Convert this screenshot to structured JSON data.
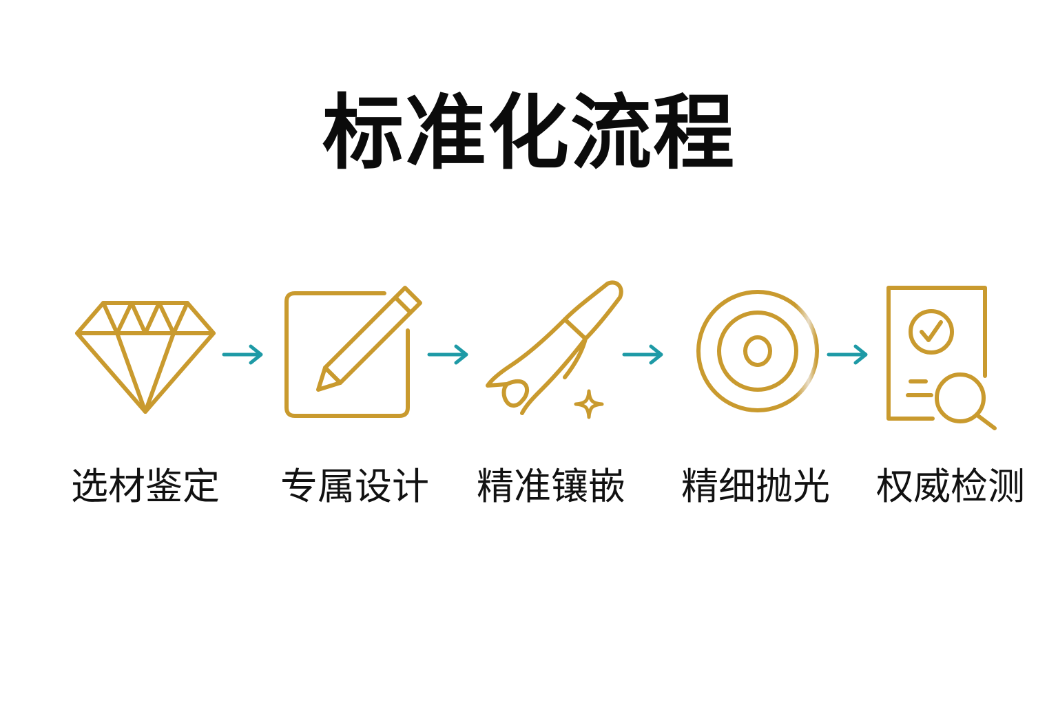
{
  "title": "标准化流程",
  "colors": {
    "icon": "#C99A2E",
    "arrow": "#1E9AA6",
    "text": "#111111"
  },
  "steps": [
    {
      "label": "选材鉴定",
      "icon": "diamond-icon"
    },
    {
      "label": "专属设计",
      "icon": "pencil-square-icon"
    },
    {
      "label": "精准镶嵌",
      "icon": "tweezers-icon"
    },
    {
      "label": "精细抛光",
      "icon": "polishing-disc-icon"
    },
    {
      "label": "权威检测",
      "icon": "certificate-search-icon"
    }
  ]
}
